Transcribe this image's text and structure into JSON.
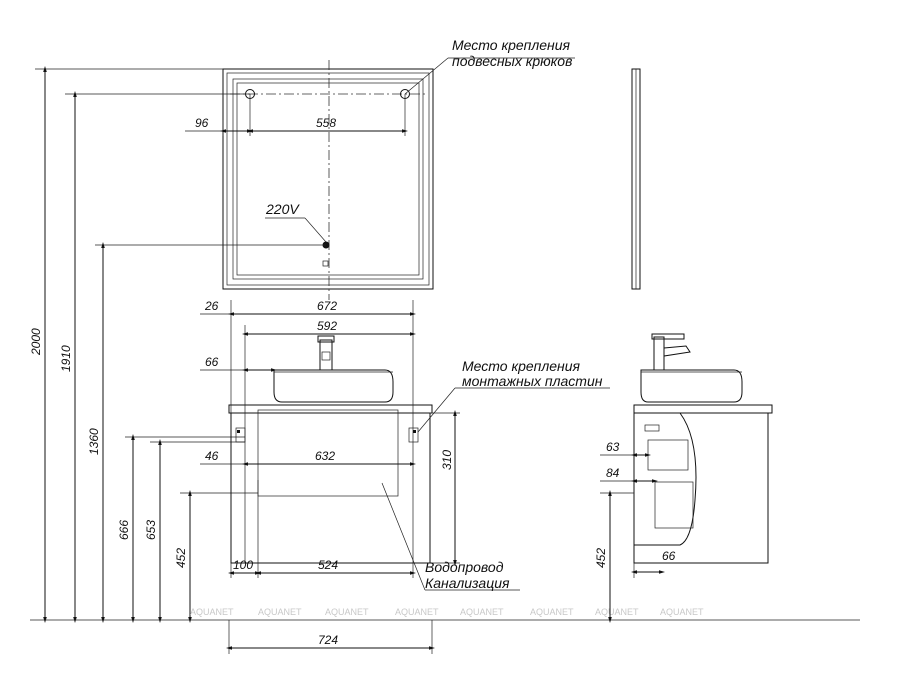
{
  "labels": {
    "hooks_line1": "Место крепления",
    "hooks_line2": "подвесных крюков",
    "plates_line1": "Место крепления",
    "plates_line2": "монтажных пластин",
    "water_line1": "Водопровод",
    "water_line2": "Канализация",
    "voltage": "220V"
  },
  "dimensions": {
    "total_height": "2000",
    "hook_height": "1910",
    "socket_height": "1360",
    "plates_height": "666",
    "plates_height_low": "653",
    "pipes_height": "452",
    "hook_offset": "96",
    "hook_spacing": "558",
    "side_offset": "26",
    "cabinet_width": "672",
    "inner_width": "592",
    "sink_offset": "66",
    "pipe_zone_offset": "46",
    "pipe_zone_width": "632",
    "cabinet_height": "310",
    "pipe_left": "100",
    "pipe_width": "524",
    "top_width": "724",
    "side_63": "63",
    "side_84": "84",
    "side_452": "452",
    "side_66": "66"
  },
  "watermark": "AQUANET"
}
